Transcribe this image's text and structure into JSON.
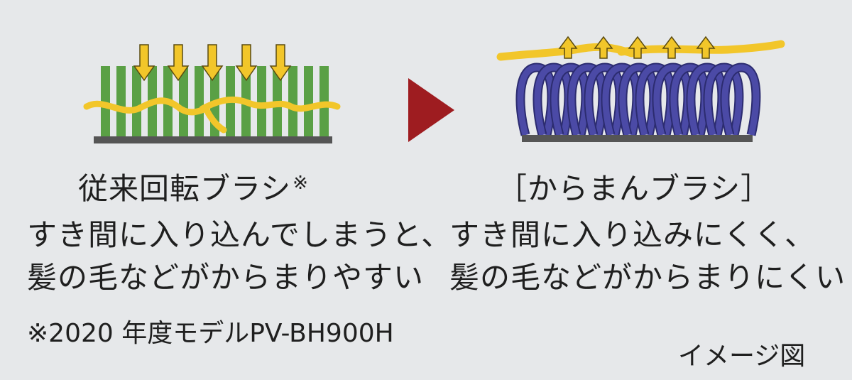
{
  "colors": {
    "background": "#e6e8ea",
    "bristle_green": "#5aa045",
    "loop_blue": "#4b4aa6",
    "hair_yellow": "#f2c62a",
    "arrow_red": "#9e1c20",
    "base_gray": "#555555"
  },
  "left": {
    "title": "従来回転ブラシ",
    "title_mark": "※",
    "desc_line1": "すき間に入り込んでしまうと、",
    "desc_line2": "髪の毛などがからまりやすい",
    "footnote": "※2020 年度モデルPV-BH900H"
  },
  "right": {
    "title": "［からまんブラシ］",
    "desc_line1": "すき間に入り込みにくく、",
    "desc_line2": "髪の毛などがからまりにくい"
  },
  "caption": "イメージ図",
  "icons": {
    "transition": "right-triangle-arrow-icon",
    "hair_down": "down-arrow-icon",
    "hair_up": "up-arrow-icon"
  }
}
